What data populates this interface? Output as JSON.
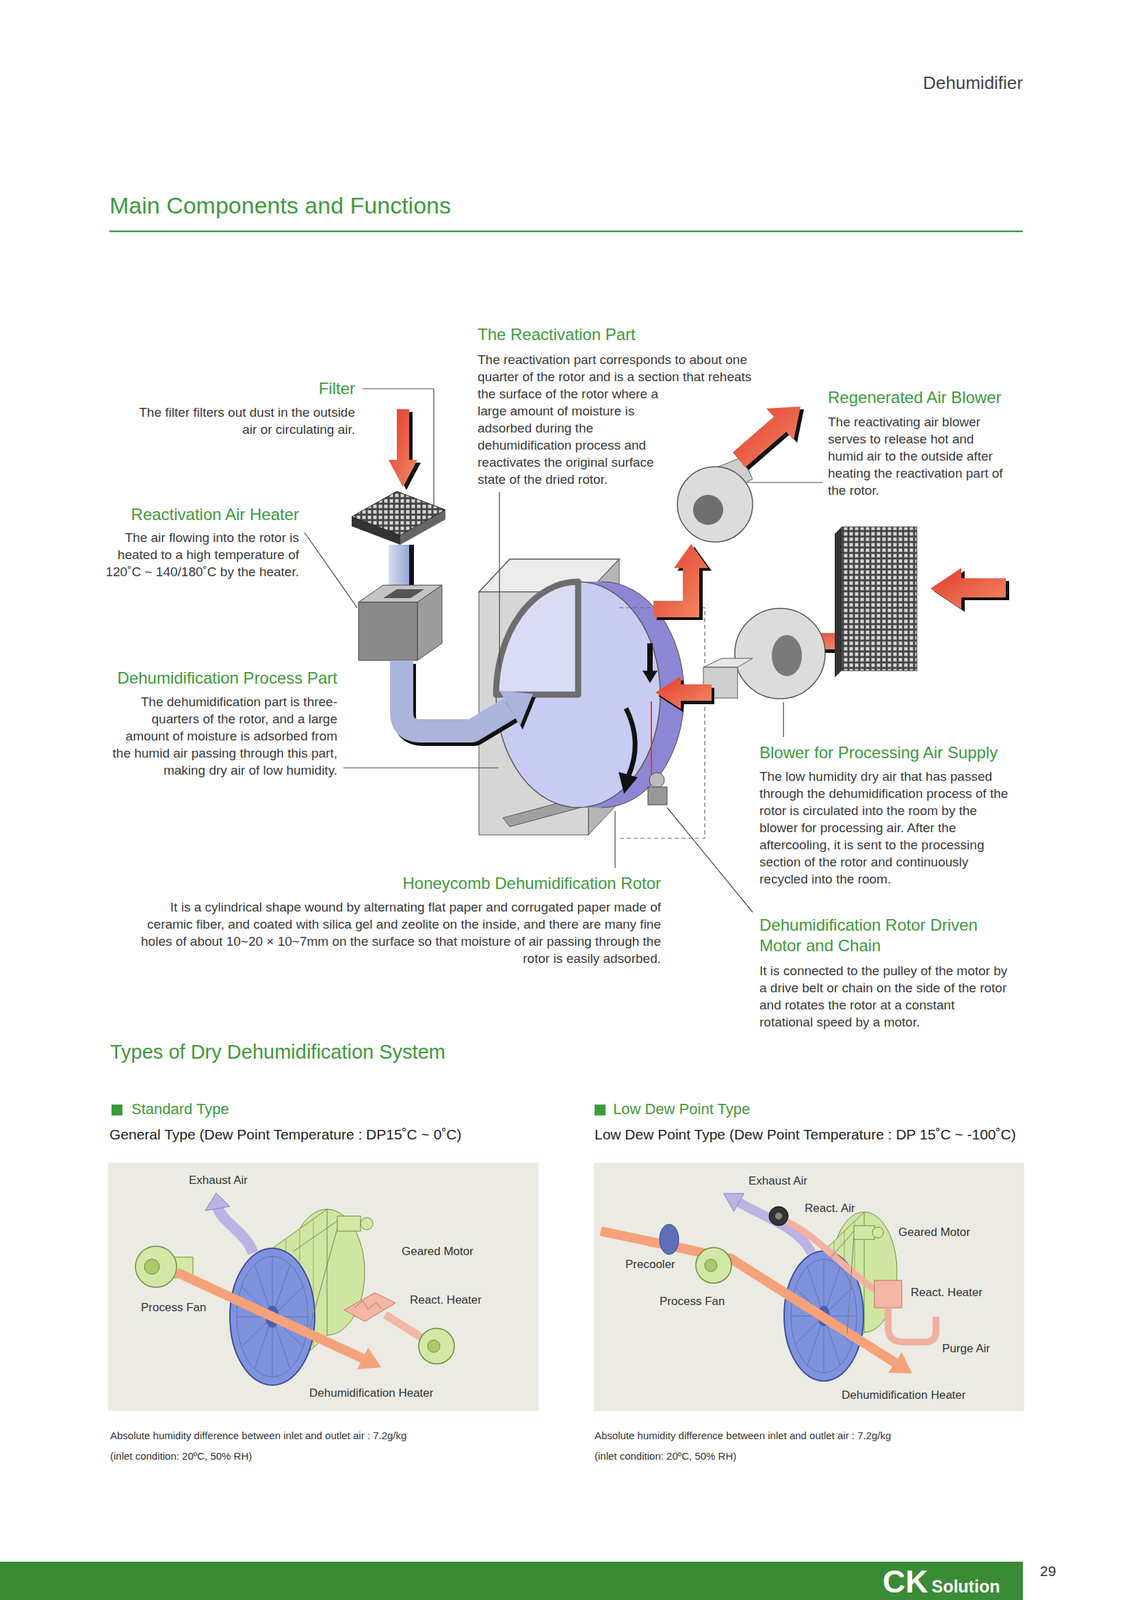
{
  "diagram": {
    "title": "Main Components and Functions",
    "nodes": [
      {
        "text": [
          "Exhaust Air",
          "Geared Motor",
          "Process Fan",
          "React. Heater",
          "Dehumidification Heater"
        ]
      },
      {
        "text": [
          "Exhaust Air",
          "React. Air",
          "Geared Motor",
          "Precooler",
          "Process Fan",
          "React. Heater",
          "Purge Air",
          "Dehumidification Heater"
        ]
      },
      {
        "text": [
          "CK",
          "Solution"
        ]
      }
    ],
    "labels": [
      "Dehumidifier",
      "The Reactivation Part",
      "The reactivation part corresponds to about one quarter of the rotor and is a section that reheats the surface of the rotor where a large amount of moisture is adsorbed during the dehumidification process and reactivates the original surface state of the dried rotor.",
      "Filter",
      "The filter filters out dust in the outside air or circulating air.",
      "Regenerated Air Blower",
      "The reactivating air blower serves to release hot and humid air to the outside after heating the reactivation part of the rotor.",
      "Reactivation Air Heater",
      "The air flowing into the rotor is heated to a high temperature of 120˚C ~ 140/180˚C by the heater.",
      "Dehumidification Process Part",
      "The dehumidification part is three-quarters of the rotor, and a large amount of moisture is adsorbed from the humid air passing through this part, making dry air of low humidity.",
      "Blower for Processing Air Supply",
      "The low humidity dry air that has passed through the dehumidification process of the rotor is circulated into the room by the blower for processing air. After the aftercooling, it is sent to the processing section of the rotor and continuously recycled into the room.",
      "Honeycomb Dehumidification Rotor",
      "It is a cylindrical shape wound by alternating flat paper and corrugated paper made of ceramic fiber, and coated with silica gel and zeolite on the inside, and there are many fine holes of about 10~20 × 10~7mm on the surface so that moisture of air passing through the rotor is easily adsorbed.",
      "Dehumidification Rotor Driven Motor and Chain",
      "It is connected to the pulley of the motor by a drive belt or chain on the side of the rotor and rotates the rotor at a constant rotational speed by a motor.",
      "Types of Dry Dehumidification System",
      "Standard Type",
      "General Type (Dew Point Temperature : DP15˚C ~ 0˚C)",
      "Low Dew Point Type",
      "Low Dew Point Type (Dew Point Temperature : DP 15˚C ~ -100˚C)",
      "Absolute humidity difference between inlet and outlet air : 7.2g/kg (inlet condition: 20ºC, 50% RH)",
      "Absolute humidity difference between inlet and outlet air : 7.2g/kg (inlet condition: 20ºC, 50% RH)",
      "29"
    ]
  }
}
